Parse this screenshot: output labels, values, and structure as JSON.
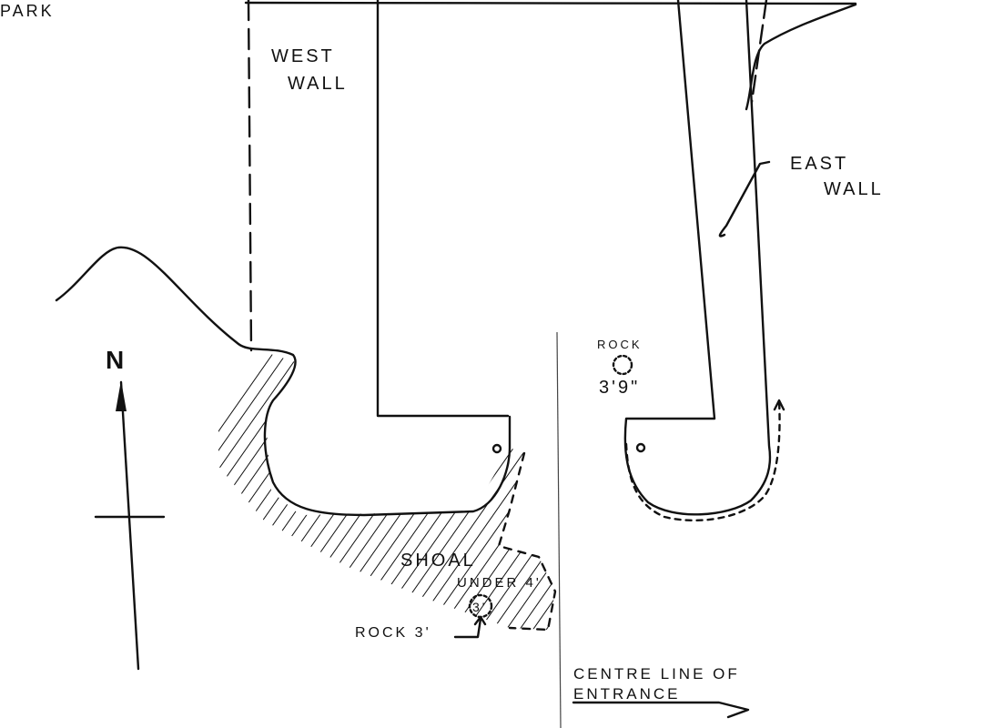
{
  "labels": {
    "park": "PARK",
    "west_wall_1": "WEST",
    "west_wall_2": "WALL",
    "east_wall_1": "EAST",
    "east_wall_2": "WALL",
    "north": "N",
    "rock_east": "ROCK",
    "rock_east_depth": "3'9\"",
    "shoal": "SHOAL",
    "shoal_depth": "UNDER 4'",
    "rock_west_mark": "3'",
    "rock_west": "ROCK 3'",
    "centre_line_1": "CENTRE LINE OF",
    "centre_line_2": "ENTRANCE"
  }
}
